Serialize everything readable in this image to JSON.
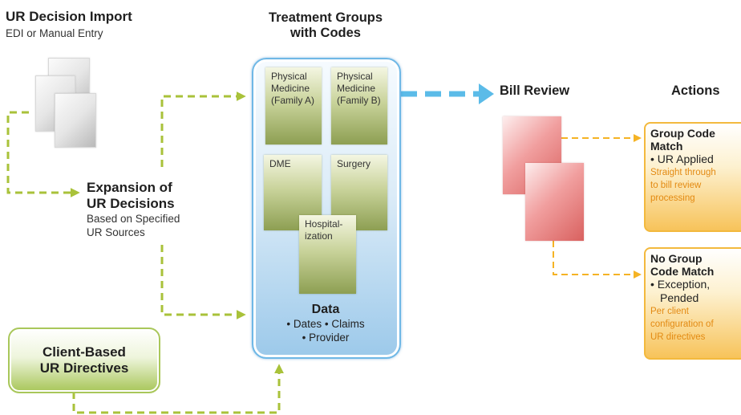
{
  "import": {
    "title": "UR Decision Import",
    "subtitle": "EDI or Manual Entry"
  },
  "expansion": {
    "title_line1": "Expansion of",
    "title_line2": "UR Decisions",
    "sub_line1": "Based on Specified",
    "sub_line2": "UR Sources"
  },
  "treatment": {
    "title_line1": "Treatment Groups",
    "title_line2": "with Codes",
    "groups": [
      {
        "line1": "Physical",
        "line2": "Medicine",
        "line3": "(Family A)"
      },
      {
        "line1": "Physical",
        "line2": "Medicine",
        "line3": "(Family B)"
      },
      {
        "line1": "DME"
      },
      {
        "line1": "Surgery"
      },
      {
        "line1": "Hospital-",
        "line2": "ization"
      }
    ],
    "data_title": "Data",
    "data_line1": "• Dates • Claims",
    "data_line2": "• Provider"
  },
  "client": {
    "line1": "Client-Based",
    "line2": "UR Directives"
  },
  "bill_review": {
    "title": "Bill Review"
  },
  "actions": {
    "title": "Actions",
    "match": {
      "title_line1": "Group Code",
      "title_line2": "Match",
      "bullet": "• UR Applied",
      "note_line1": "Straight through",
      "note_line2": "to bill review",
      "note_line3": "processing"
    },
    "nomatch": {
      "title_line1": "No Group",
      "title_line2": "Code Match",
      "bullet_line1": "• Exception,",
      "bullet_line2": "Pended",
      "note_line1": "Per client",
      "note_line2": "configuration of",
      "note_line3": "UR directives"
    }
  },
  "colors": {
    "green_arrow": "#a9c23a",
    "blue_arrow": "#5bbbe8",
    "orange_arrow": "#f5b324",
    "panel_border": "#6fb8e6",
    "action_border": "#f3b93d",
    "bill_red": "#d9615f"
  }
}
